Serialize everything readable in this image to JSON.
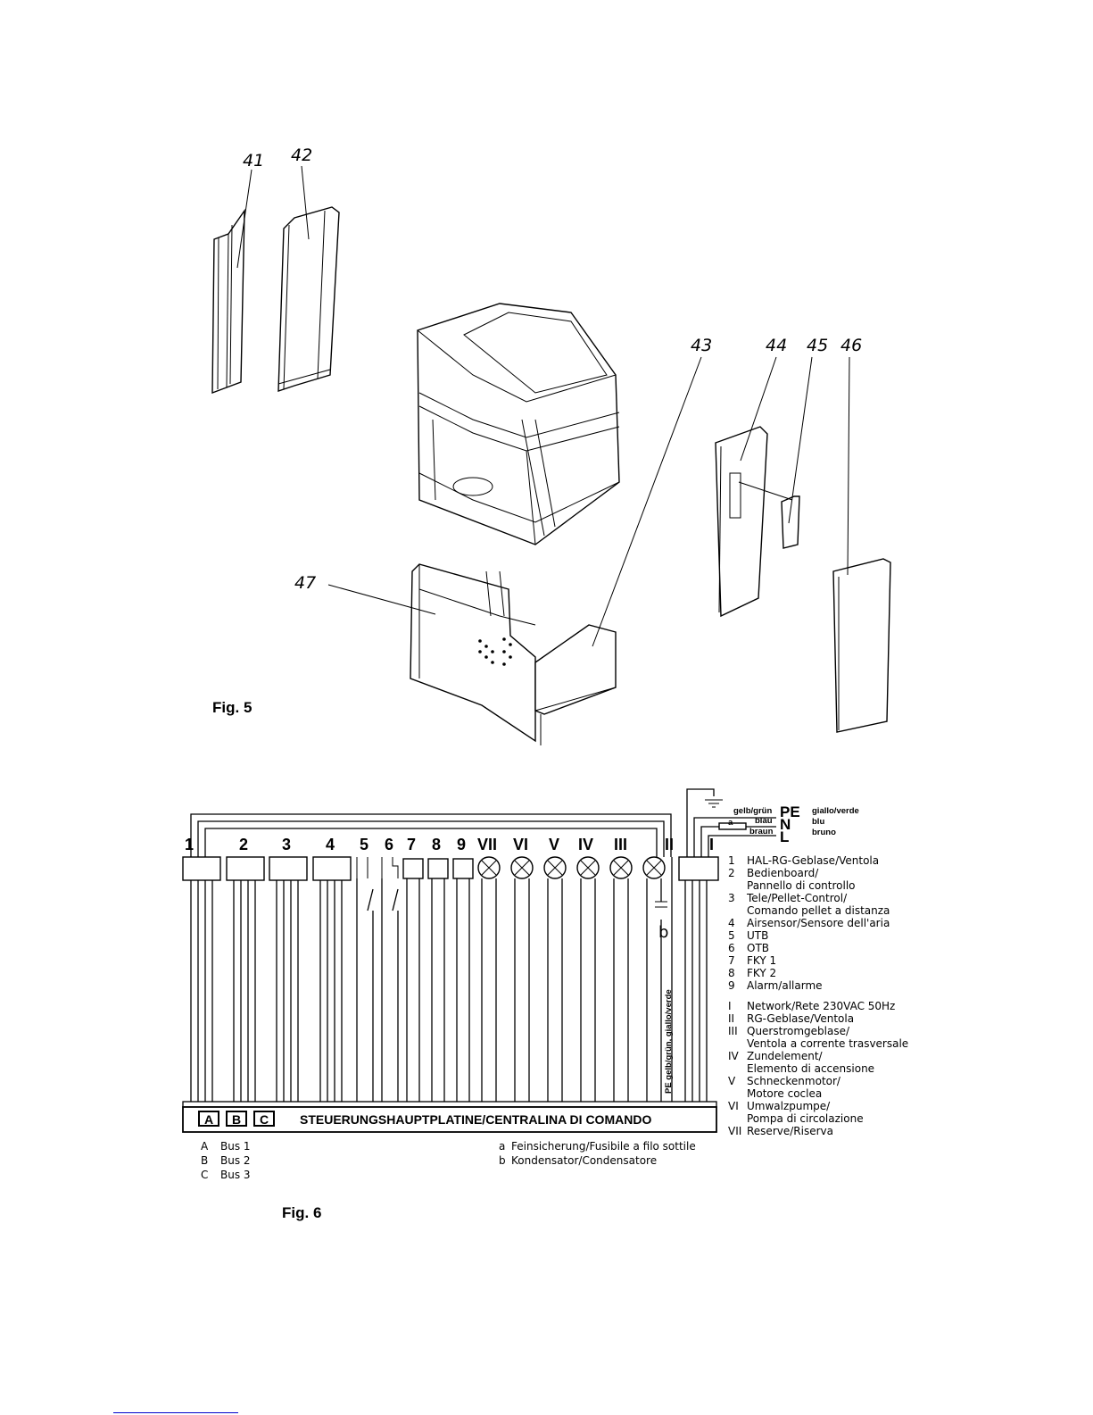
{
  "fig5": {
    "caption": "Fig. 5",
    "part_numbers": [
      "41",
      "42",
      "43",
      "44",
      "45",
      "46",
      "47"
    ]
  },
  "fig6": {
    "caption": "Fig. 6",
    "slots_top": [
      "1",
      "2",
      "3",
      "4",
      "5",
      "6",
      "7",
      "8",
      "9",
      "VII",
      "VI",
      "V",
      "IV",
      "III",
      "II",
      "I"
    ],
    "mains": {
      "pe": "PE",
      "n": "N",
      "l": "L",
      "pe_left": "gelb/grün",
      "pe_right": "giallo/verde",
      "n_left": "blau",
      "n_right": "blu",
      "l_left": "braun",
      "l_right": "bruno",
      "fuse_label": "a",
      "cap_label": "b"
    },
    "vertical_wire_label": "PE gelb/grün, giallo/verde",
    "board": {
      "bus_a": "A",
      "bus_b": "B",
      "bus_c": "C",
      "title": "STEUERUNGSHAUPTPLATINE/CENTRALINA DI COMANDO"
    },
    "legend": [
      {
        "key": "1",
        "text": "HAL-RG-Geblase/Ventola"
      },
      {
        "key": "2",
        "text": "Bedienboard/"
      },
      {
        "key": "",
        "text": "Pannello di controllo"
      },
      {
        "key": "3",
        "text": "Tele/Pellet-Control/"
      },
      {
        "key": "",
        "text": "Comando pellet a distanza"
      },
      {
        "key": "4",
        "text": "Airsensor/Sensore dell'aria"
      },
      {
        "key": "5",
        "text": "UTB"
      },
      {
        "key": "6",
        "text": "OTB"
      },
      {
        "key": "7",
        "text": "FKY 1"
      },
      {
        "key": "8",
        "text": "FKY 2"
      },
      {
        "key": "9",
        "text": "Alarm/allarme"
      },
      {
        "key": "I",
        "text": "Network/Rete 230VAC 50Hz"
      },
      {
        "key": "II",
        "text": "RG-Geblase/Ventola"
      },
      {
        "key": "III",
        "text": "Querstromgeblase/"
      },
      {
        "key": "",
        "text": "Ventola a corrente trasversale"
      },
      {
        "key": "IV",
        "text": "Zundelement/"
      },
      {
        "key": "",
        "text": "Elemento di accensione"
      },
      {
        "key": "V",
        "text": "Schneckenmotor/"
      },
      {
        "key": "",
        "text": "Motore coclea"
      },
      {
        "key": "VI",
        "text": "Umwalzpumpe/"
      },
      {
        "key": "",
        "text": "Pompa di circolazione"
      },
      {
        "key": "VII",
        "text": "Reserve/Riserva"
      }
    ],
    "bus_legend": [
      {
        "key": "A",
        "text": "Bus 1"
      },
      {
        "key": "B",
        "text": "Bus 2"
      },
      {
        "key": "C",
        "text": "Bus 3"
      }
    ],
    "component_legend": [
      {
        "key": "a",
        "text": "Feinsicherung/Fusibile a filo sottile"
      },
      {
        "key": "b",
        "text": "Kondensator/Condensatore"
      }
    ]
  }
}
